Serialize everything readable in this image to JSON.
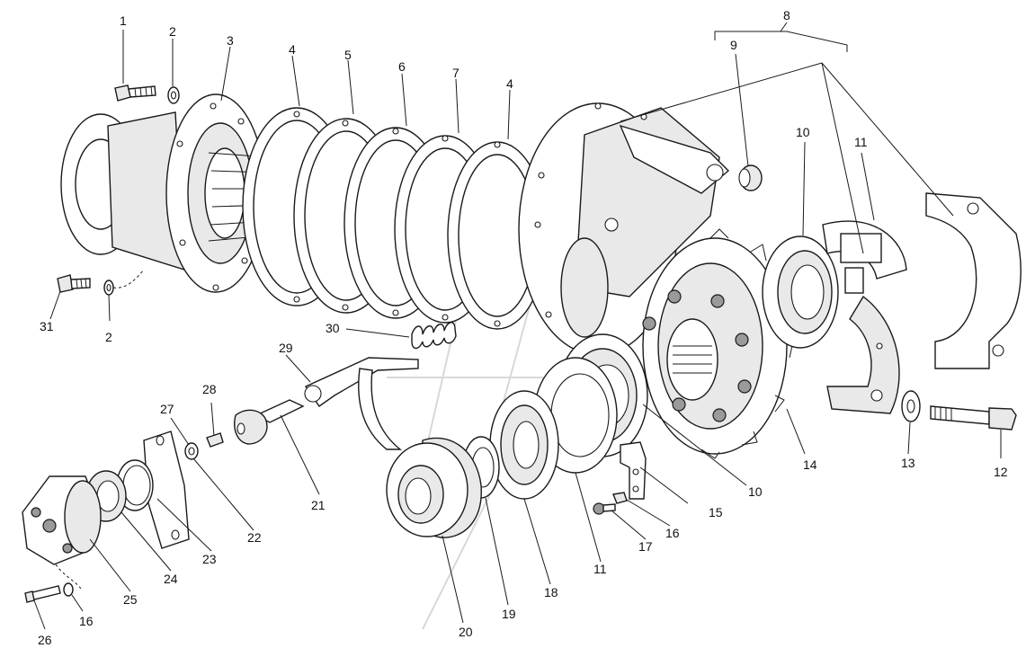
{
  "callouts": {
    "c1": "1",
    "c2a": "2",
    "c2b": "2",
    "c3": "3",
    "c4a": "4",
    "c4b": "4",
    "c5": "5",
    "c6": "6",
    "c7": "7",
    "c8": "8",
    "c9": "9",
    "c10a": "10",
    "c10b": "10",
    "c11a": "11",
    "c11b": "11",
    "c12": "12",
    "c13": "13",
    "c14": "14",
    "c15": "15",
    "c16a": "16",
    "c16b": "16",
    "c17": "17",
    "c18": "18",
    "c19": "19",
    "c20": "20",
    "c21": "21",
    "c22": "22",
    "c23": "23",
    "c24": "24",
    "c25": "25",
    "c26": "26",
    "c27": "27",
    "c28": "28",
    "c29": "29",
    "c30": "30",
    "c31": "31"
  },
  "colors": {
    "line": "#1a1a1a",
    "background": "#ffffff",
    "shade": "#e9e9e9"
  }
}
